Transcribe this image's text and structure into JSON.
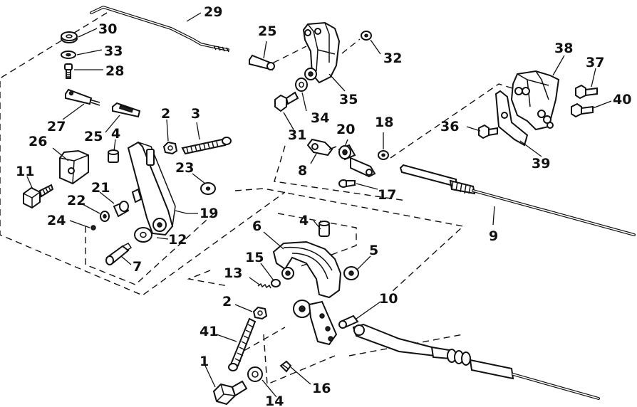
{
  "callouts": {
    "n1": "1",
    "n2a": "2",
    "n2b": "2",
    "n3": "3",
    "n4a": "4",
    "n4b": "4",
    "n5": "5",
    "n6": "6",
    "n7": "7",
    "n8": "8",
    "n9": "9",
    "n10": "10",
    "n11": "11",
    "n12": "12",
    "n13": "13",
    "n14": "14",
    "n15": "15",
    "n16": "16",
    "n17": "17",
    "n18": "18",
    "n19": "19",
    "n20": "20",
    "n21": "21",
    "n22": "22",
    "n23": "23",
    "n24": "24",
    "n25a": "25",
    "n25b": "25",
    "n26": "26",
    "n27": "27",
    "n28": "28",
    "n29": "29",
    "n30": "30",
    "n31": "31",
    "n32": "32",
    "n33": "33",
    "n34": "34",
    "n35": "35",
    "n36": "36",
    "n37": "37",
    "n38": "38",
    "n39": "39",
    "n40": "40",
    "n41": "41"
  },
  "colors": {
    "ink": "#111111",
    "paper": "#ffffff"
  }
}
